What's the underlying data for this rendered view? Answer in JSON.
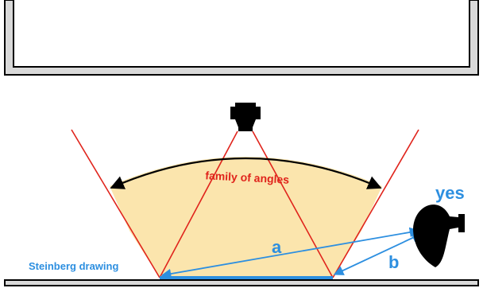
{
  "labels": {
    "family_of_angles": "family of angles",
    "a": "a",
    "b": "b",
    "yes": "yes",
    "steinberg_drawing": "Steinberg drawing"
  },
  "colors": {
    "red": "#e0241c",
    "blue": "#2d8fe0",
    "fill": "#fbe5ad",
    "frame_fill": "#d9d9d9",
    "black": "#000000"
  },
  "icons": {
    "camera": "camera-icon",
    "viewer": "eye-icon"
  }
}
